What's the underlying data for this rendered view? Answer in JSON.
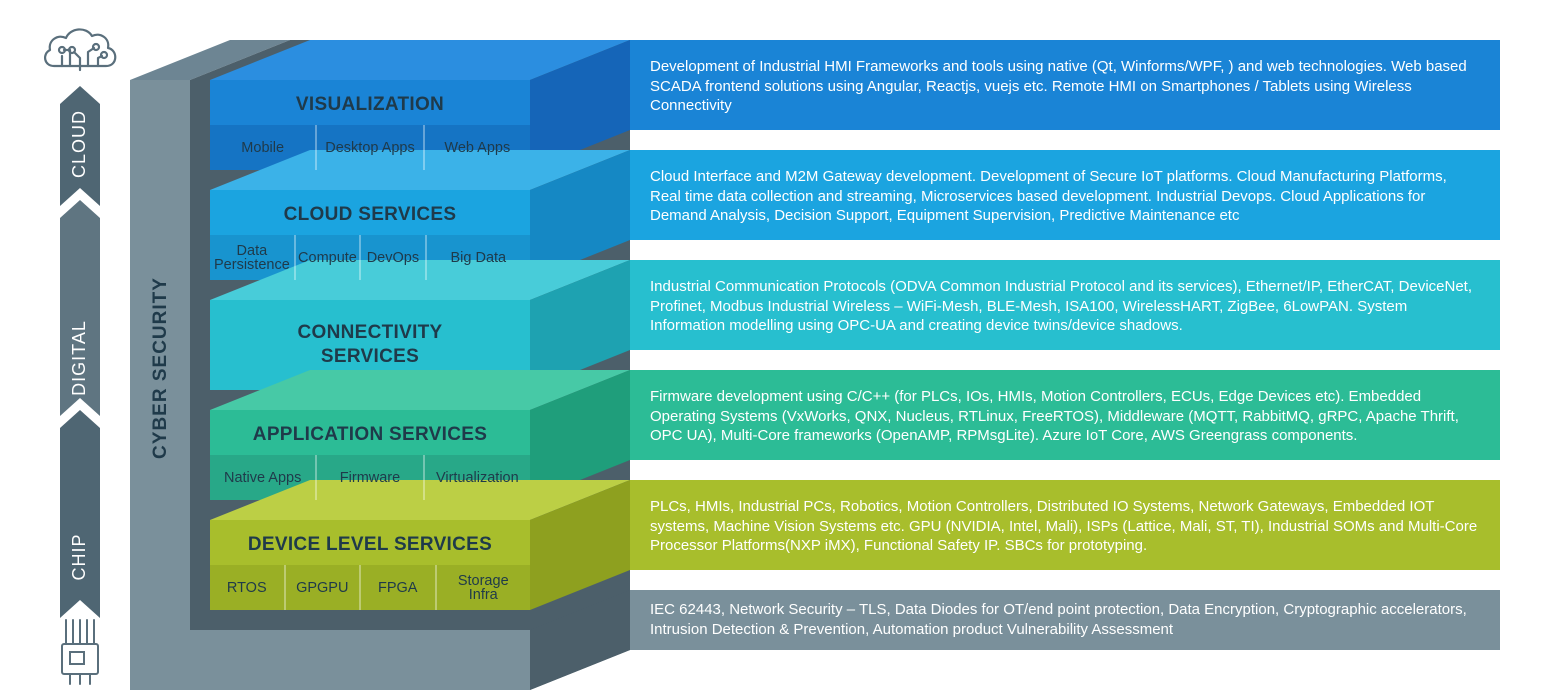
{
  "side_arrow": {
    "cloud_label": "CLOUD",
    "digital_label": "DIGITAL",
    "chip_label": "CHIP"
  },
  "cyber_security_label": "CYBER SECURITY",
  "layers": [
    {
      "title": "VISUALIZATION",
      "items": [
        "Mobile",
        "Desktop Apps",
        "Web Apps"
      ],
      "description": "Development of Industrial HMI Frameworks and tools using native (Qt, Winforms/WPF,  ) and web technologies. Web based SCADA frontend solutions using Angular, Reactjs, vuejs etc. Remote HMI on Smartphones  / Tablets using Wireless Connectivity",
      "color": "#1a84d6"
    },
    {
      "title": "CLOUD SERVICES",
      "items": [
        "Data Persistence",
        "Compute",
        "DevOps",
        "Big Data"
      ],
      "description": "Cloud Interface and M2M Gateway development. Development of Secure IoT platforms. Cloud Manufacturing Platforms, Real time data collection and streaming, Microservices based development. Industrial Devops. Cloud Applications for Demand Analysis, Decision Support, Equipment Supervision, Predictive Maintenance etc",
      "color": "#1ba4e0"
    },
    {
      "title": "CONNECTIVITY SERVICES",
      "title_line1": "CONNECTIVITY",
      "title_line2": "SERVICES",
      "items": [],
      "description": "Industrial Communication Protocols (ODVA Common Industrial Protocol and its services), Ethernet/IP, EtherCAT, DeviceNet, Profinet, Modbus Industrial Wireless – WiFi-Mesh, BLE-Mesh, ISA100, WirelessHART, ZigBee, 6LowPAN. System Information modelling using OPC-UA and creating device twins/device shadows.",
      "color": "#27bfcf"
    },
    {
      "title": "APPLICATION SERVICES",
      "items": [
        "Native Apps",
        "Firmware",
        "Virtualization"
      ],
      "description": "Firmware development using C/C++ (for PLCs, IOs, HMIs, Motion Controllers, ECUs, Edge Devices etc). Embedded Operating Systems (VxWorks, QNX, Nucleus, RTLinux, FreeRTOS), Middleware (MQTT, RabbitMQ, gRPC, Apache Thrift, OPC UA), Multi-Core frameworks (OpenAMP, RPMsgLite). Azure IoT Core, AWS Greengrass components.",
      "color": "#2cbc96"
    },
    {
      "title": "DEVICE LEVEL SERVICES",
      "items": [
        "RTOS",
        "GPGPU",
        "FPGA",
        "Storage Infra"
      ],
      "description": "PLCs, HMIs, Industrial PCs, Robotics, Motion Controllers, Distributed IO Systems, Network Gateways, Embedded IOT systems, Machine Vision Systems etc. GPU (NVIDIA, Intel, Mali), ISPs (Lattice, Mali, ST, TI), Industrial SOMs and Multi-Core Processor Platforms(NXP iMX), Functional Safety IP. SBCs for prototyping.",
      "color": "#a8be2c"
    }
  ],
  "security_description": "IEC 62443, Network Security – TLS, Data Diodes for OT/end point protection, Data Encryption, Cryptographic accelerators, Intrusion Detection & Prevention, Automation product Vulnerability Assessment",
  "security_color": "#7a909b",
  "icons": {
    "top": "cloud-circuit-icon",
    "bottom": "chip-icon"
  }
}
